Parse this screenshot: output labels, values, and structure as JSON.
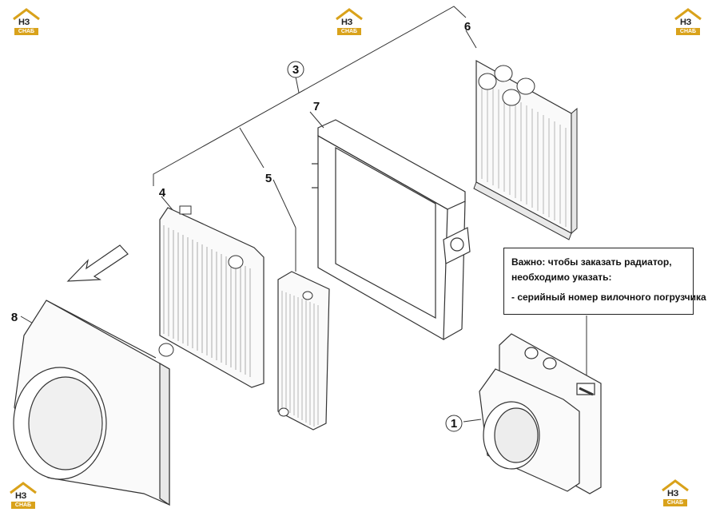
{
  "labels": {
    "l1": "1",
    "l3": "3",
    "l4": "4",
    "l5": "5",
    "l6": "6",
    "l7": "7",
    "l8": "8"
  },
  "note": {
    "line1": "Важно: чтобы заказать радиатор,",
    "line2": "необходимо указать:",
    "line3": "- серийный номер вилочного погрузчика"
  },
  "logo": {
    "main": "НЗ",
    "sub": "СНАБ",
    "accent": "#d9a21b"
  }
}
